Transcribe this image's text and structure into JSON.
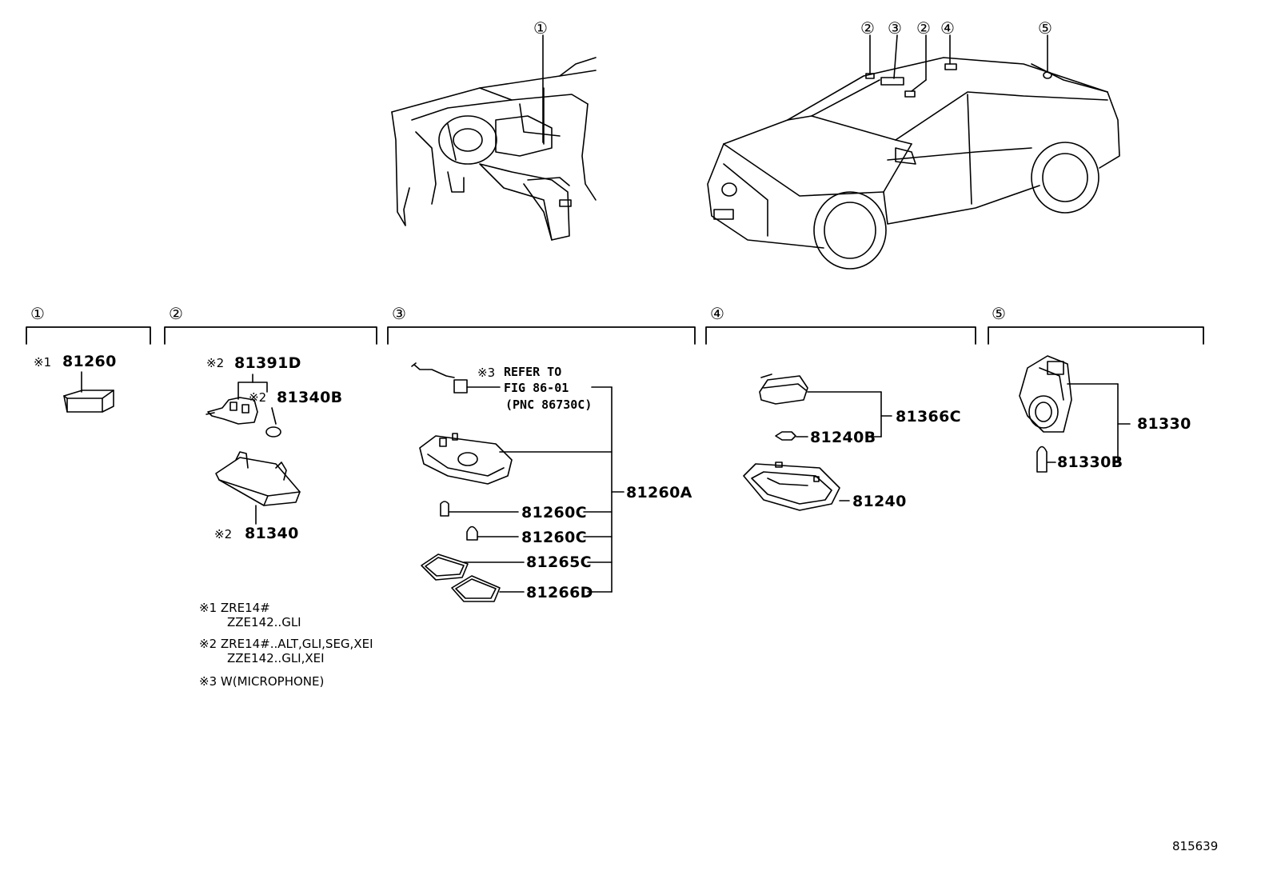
{
  "diagram": {
    "callouts_dashboard": [
      "①"
    ],
    "callouts_car": [
      "②",
      "③",
      "②",
      "④",
      "⑤"
    ],
    "sections": [
      {
        "id": "①"
      },
      {
        "id": "②"
      },
      {
        "id": "③"
      },
      {
        "id": "④"
      },
      {
        "id": "⑤"
      }
    ],
    "parts": {
      "p81260": "81260",
      "p81391D": "81391D",
      "p81340B": "81340B",
      "p81340": "81340",
      "p81260A": "81260A",
      "p81260C_1": "81260C",
      "p81260C_2": "81260C",
      "p81265C": "81265C",
      "p81266D": "81266D",
      "p81366C": "81366C",
      "p81240B": "81240B",
      "p81240": "81240",
      "p81330": "81330",
      "p81330B": "81330B"
    },
    "marks": {
      "m1": "※1",
      "m2a": "※2",
      "m2b": "※2",
      "m2c": "※2",
      "m3": "※3"
    },
    "refer_note": [
      "REFER TO",
      "FIG 86-01",
      "(PNC 86730C)"
    ],
    "legend": [
      {
        "mark": "※1",
        "lines": [
          "ZRE14#",
          "ZZE142..GLI"
        ]
      },
      {
        "mark": "※2",
        "lines": [
          "ZRE14#..ALT,GLI,SEG,XEI",
          "ZZE142..GLI,XEI"
        ]
      },
      {
        "mark": "※3",
        "lines": [
          "W(MICROPHONE)"
        ]
      }
    ],
    "figure_number": "815639"
  }
}
